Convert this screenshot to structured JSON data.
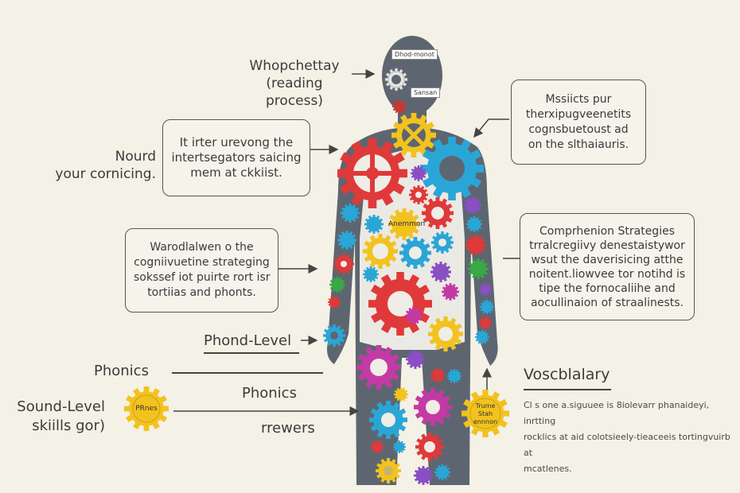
{
  "diagram": {
    "head_label": {
      "line1": "Whopchettay",
      "line2": "(reading process)"
    },
    "head_tags": {
      "top": "Dhod-monot",
      "side": "Sansan"
    },
    "chest_gear_label": "Anemmon",
    "left_side_label": {
      "line1": "Nourd",
      "line2": "your cornicing."
    },
    "box_left_top": {
      "lines": [
        "It irter urevong the",
        "intertsegators saicing",
        "mem at ckkiist."
      ]
    },
    "box_right_top": {
      "lines": [
        "Mssiicts pur",
        "therxipugveenetits",
        "cognsbuetoust ad",
        "on the slthaiauris."
      ]
    },
    "box_left_mid": {
      "lines": [
        "Warodlalwen o the",
        "cogniivuetine strateging",
        "sokssef iot puirte rort isr",
        "tortiias and phonts."
      ]
    },
    "box_right_mid": {
      "lines": [
        "Comprhenion Strategies",
        "trralcregiivy denestaistywor",
        "wsut the daverisicing atthe",
        "noitent.liowvee tor notihd is",
        "tipe the fornocaliihe and",
        "aocullinaion of straalinests."
      ]
    },
    "phond_level": "Phond-Level",
    "phonics_left": "Phonics",
    "sound_level": {
      "line1": "Sound-Level",
      "line2": "skiills gor)"
    },
    "sound_gear_label": "PRnes",
    "phonics_center": "Phonics",
    "rrewers": "rrewers",
    "vocabulary": {
      "title": "Voscblalary",
      "body": [
        "Cl s one a.siguuee is 8iolevarr phanaideyi, inrtting",
        "rocklics at aid colotsieely-tieaceeis tortingvuirb at",
        "mcatlenes."
      ]
    },
    "vocab_gear_label": {
      "lines": [
        "Trume",
        "Stah",
        "ennnon"
      ]
    }
  },
  "colors": {
    "background": "#f4f1e6",
    "silhouette": "#5d6670",
    "body_fill": "#e9e7e2",
    "red": "#e0393a",
    "blue": "#2aa6d6",
    "yellow": "#f2c21f",
    "magenta": "#c43aa4",
    "purple": "#8a4fc2",
    "green": "#3aa845",
    "text": "#3b3b3b"
  }
}
